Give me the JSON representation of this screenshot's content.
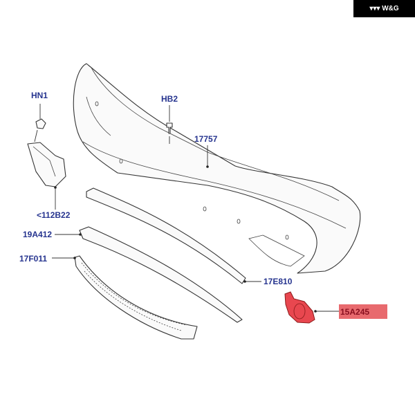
{
  "watermark": {
    "text": "W&G"
  },
  "labels": {
    "hn1": "HN1",
    "hb2": "HB2",
    "p17757": "17757",
    "p112b22": "<112B22",
    "p19a412": "19A412",
    "p17f011": "17F011",
    "p17e810": "17E810",
    "p15a245": "15A245"
  },
  "colors": {
    "label": "#26348f",
    "highlight": "#e8474f",
    "highlight_box": "#e86a6e"
  }
}
